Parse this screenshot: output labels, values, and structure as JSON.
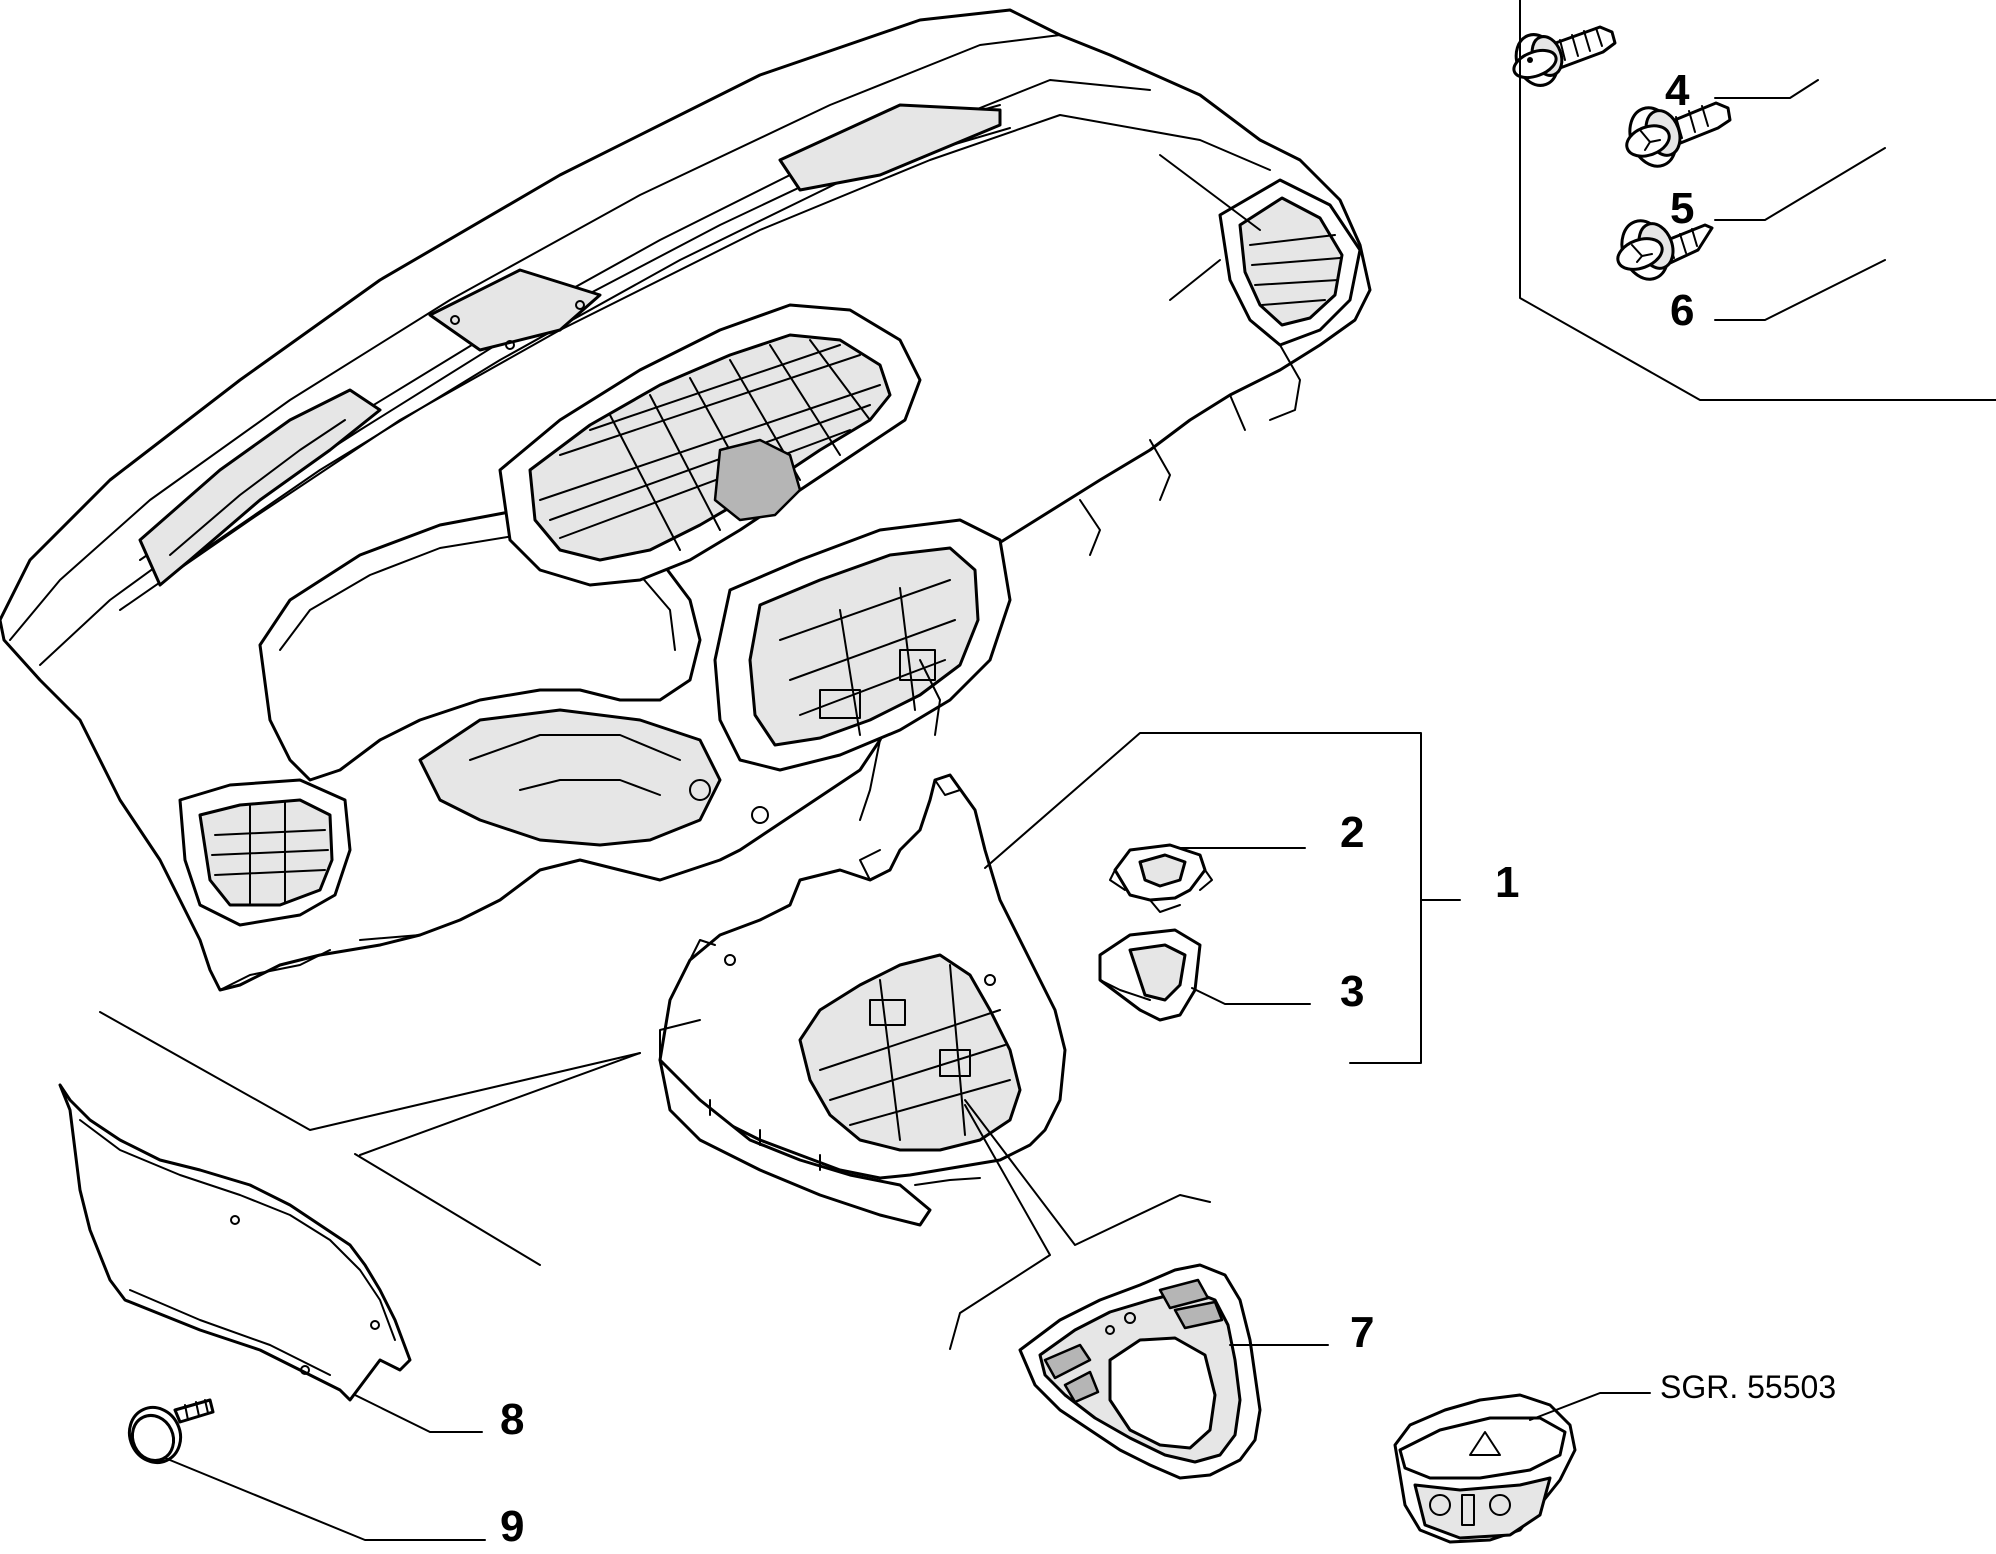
{
  "callouts": {
    "c1": "1",
    "c2": "2",
    "c3": "3",
    "c4": "4",
    "c5": "5",
    "c6": "6",
    "c7": "7",
    "c8": "8",
    "c9": "9"
  },
  "reference_code": "SGR. 55503",
  "parts": [
    {
      "id": "dashboard",
      "icon": "dashboard-panel"
    },
    {
      "id": "center-console-bracket",
      "icon": "console-bracket"
    },
    {
      "id": "clip-2",
      "icon": "clip"
    },
    {
      "id": "clip-3",
      "icon": "clip"
    },
    {
      "id": "screw-4",
      "icon": "screw"
    },
    {
      "id": "screw-5",
      "icon": "screw"
    },
    {
      "id": "screw-6",
      "icon": "screw"
    },
    {
      "id": "gear-shift-bezel-7",
      "icon": "bezel"
    },
    {
      "id": "cover-panel-8",
      "icon": "panel"
    },
    {
      "id": "push-rivet-9",
      "icon": "rivet"
    },
    {
      "id": "hazard-switch",
      "icon": "hazard-switch"
    }
  ]
}
